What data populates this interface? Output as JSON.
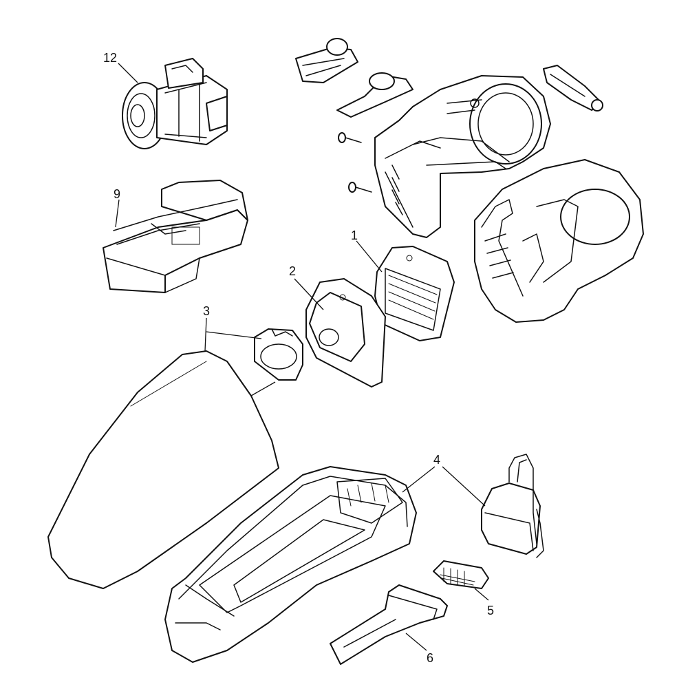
{
  "callouts": {
    "c1": "1",
    "c2": "2",
    "c3": "3",
    "c4": "4",
    "c5": "5",
    "c6": "6",
    "c9": "9",
    "c12": "12"
  },
  "style": {
    "line_color": "#111111",
    "background": "#ffffff"
  }
}
